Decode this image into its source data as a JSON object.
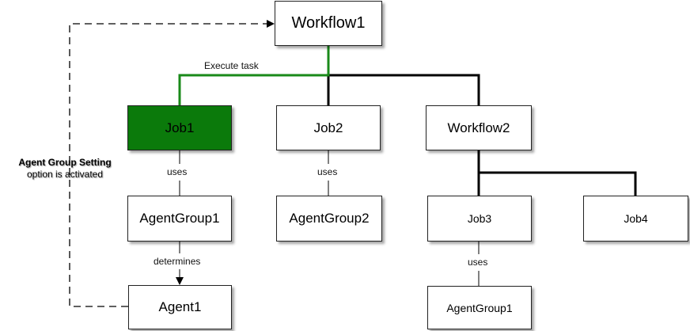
{
  "colors": {
    "active_node_fill": "#0b7a0b",
    "execute_path": "#1a8a1a",
    "edge": "#000000"
  },
  "nodes": {
    "workflow1": "Workflow1",
    "job1": "Job1",
    "job2": "Job2",
    "workflow2": "Workflow2",
    "agentgroup1": "AgentGroup1",
    "agentgroup2": "AgentGroup2",
    "job3": "Job3",
    "job4": "Job4",
    "agent1": "Agent1",
    "agentgroup1_job3": "AgentGroup1"
  },
  "edge_labels": {
    "execute_task": "Execute task",
    "uses_job1": "uses",
    "uses_job2": "uses",
    "uses_job3": "uses",
    "determines": "determines"
  },
  "note": {
    "title": "Agent Group Setting",
    "subtitle": "option is activated"
  }
}
